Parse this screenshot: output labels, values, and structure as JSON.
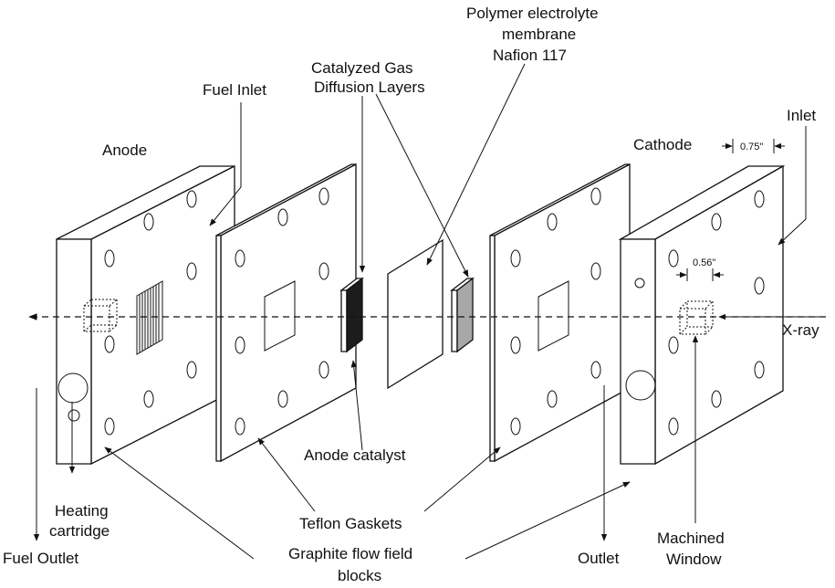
{
  "labels": {
    "anode": "Anode",
    "fuel_inlet": "Fuel Inlet",
    "catalyzed_gas_diffusion_layers_1": "Catalyzed Gas",
    "catalyzed_gas_diffusion_layers_2": "Diffusion Layers",
    "polymer_membrane_1": "Polymer electrolyte",
    "polymer_membrane_2": "membrane",
    "polymer_membrane_3": "Nafion 117",
    "cathode": "Cathode",
    "inlet": "Inlet",
    "dim_075": "0.75\"",
    "dim_056": "0.56\"",
    "xray": "X-ray",
    "anode_catalyst": "Anode catalyst",
    "heating_cartridge_1": "Heating",
    "heating_cartridge_2": "cartridge",
    "fuel_outlet": "Fuel Outlet",
    "teflon_gaskets": "Teflon Gaskets",
    "graphite_1": "Graphite flow field",
    "graphite_2": "blocks",
    "outlet": "Outlet",
    "machined_window_1": "Machined",
    "machined_window_2": "Window"
  },
  "colors": {
    "line": "#111111",
    "anode_catalyst_fill": "#1c1c1c",
    "cathode_layer_fill": "#a8a8a8"
  }
}
